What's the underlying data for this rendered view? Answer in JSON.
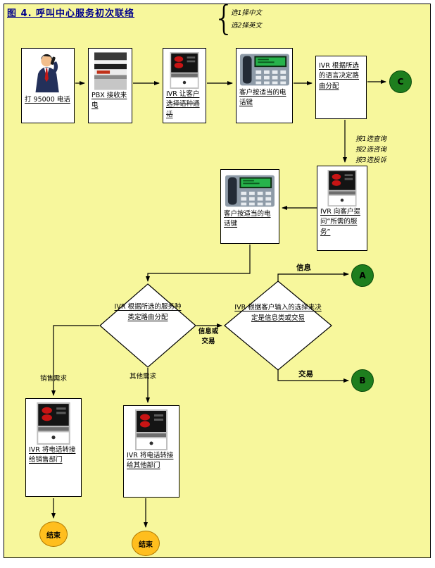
{
  "title": "图 4. 呼叫中心服务初次联络",
  "annotations": {
    "brace": "{",
    "language_options": [
      "选1择中文",
      "选2择英文"
    ],
    "press_options": [
      "按1选查询",
      "按2选咨询",
      "按3选投诉"
    ]
  },
  "nodes": {
    "caller": {
      "caption": "打 95000 电话"
    },
    "pbx": {
      "caption": "PBX 接收来电"
    },
    "ivr_language": {
      "caption": "IVR 让客户选",
      "caption2": "择语种通话"
    },
    "press_key_1": {
      "caption": "客户按适当的电话键"
    },
    "route_by_language": {
      "caption": "IVR 根据所选的语言决定路由分配"
    },
    "connector_c": {
      "label": "C"
    },
    "ivr_ask_service": {
      "caption": "IVR 向客户提问“所需的服务”"
    },
    "press_key_2": {
      "caption": "客户按适当的电话键"
    },
    "route_by_service": {
      "caption": "IVR 根据所选的服务种类定路由分配"
    },
    "decide_info_or_trade": {
      "caption": "IVR 根据客户输入的选择来决定是信息类或交易"
    },
    "connector_a": {
      "label": "A"
    },
    "connector_b": {
      "label": "B"
    },
    "transfer_sales": {
      "caption": "IVR 将电话转接给销售部门"
    },
    "transfer_other": {
      "caption": "IVR 将电话转接给其他部门"
    },
    "end_sales": {
      "label": "结束"
    },
    "end_other": {
      "label": "结束"
    }
  },
  "edge_labels": {
    "info_or_trade": "信息或交易",
    "info": "信息",
    "trade": "交易",
    "sales_need": "销售需求",
    "other_need": "其他需求"
  },
  "colors": {
    "background": "#F7F79C",
    "connector_green": "#1E7E1E",
    "end_yellow": "#FFBE1E",
    "title_blue": "#00008B",
    "device_red": "#C81414"
  }
}
